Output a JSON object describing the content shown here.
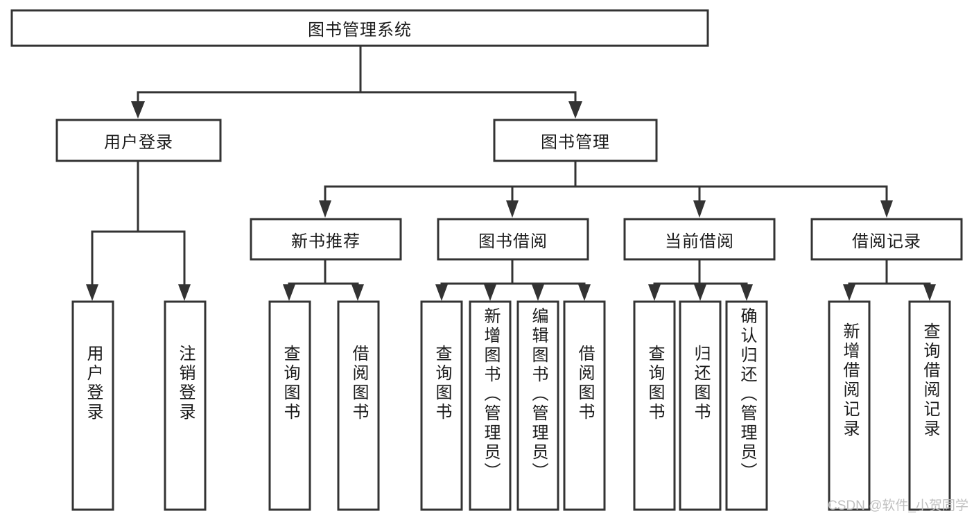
{
  "diagram": {
    "title_node": {
      "label": "图书管理系统"
    },
    "level2": [
      {
        "label": "用户登录"
      },
      {
        "label": "图书管理"
      }
    ],
    "level3": [
      {
        "label": "新书推荐"
      },
      {
        "label": "图书借阅"
      },
      {
        "label": "当前借阅"
      },
      {
        "label": "借阅记录"
      }
    ],
    "leaves": {
      "user_login": [
        {
          "label": "用户登录"
        },
        {
          "label": "注销登录"
        }
      ],
      "new_book": [
        {
          "label": "查询图书"
        },
        {
          "label": "借阅图书"
        }
      ],
      "book_borrow": [
        {
          "label": "查询图书"
        },
        {
          "label": "新增图书（管理员）"
        },
        {
          "label": "编辑图书（管理员）"
        },
        {
          "label": "借阅图书"
        }
      ],
      "current_borrow": [
        {
          "label": "查询图书"
        },
        {
          "label": "归还图书"
        },
        {
          "label": "确认归还（管理员）"
        }
      ],
      "borrow_record": [
        {
          "label": "新增借阅记录"
        },
        {
          "label": "查询借阅记录"
        }
      ]
    },
    "watermark": "CSDN @软件_小贺同学",
    "colors": {
      "stroke": "#333333",
      "box_fill": "#ffffff",
      "text": "#1a1a1a",
      "watermark": "#bfbfbf",
      "background": "#ffffff"
    }
  }
}
